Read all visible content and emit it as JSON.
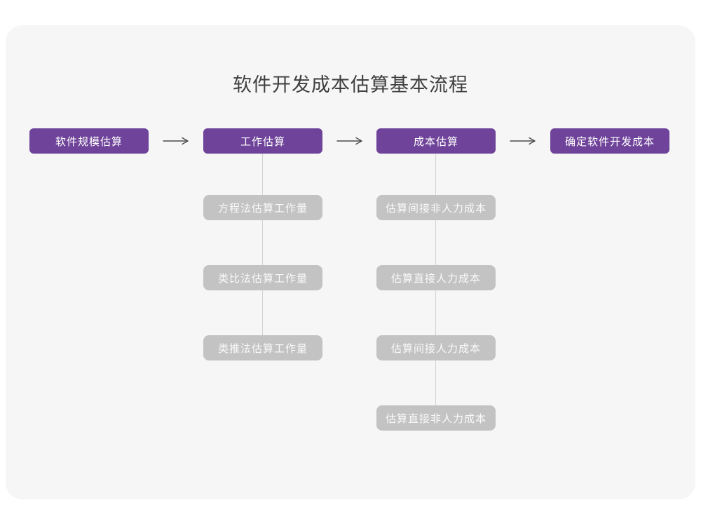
{
  "title": "软件开发成本估算基本流程",
  "colors": {
    "primary_node_bg": "#6e4399",
    "sub_node_bg": "#c3c3c3",
    "card_bg": "#f6f6f7",
    "connector_line": "#d2d2d2",
    "arrow_stroke": "#4a4a4a",
    "title_text": "#3f3f3f",
    "node_text": "#ffffff"
  },
  "flow": {
    "main_nodes": [
      {
        "label": "软件规模估算"
      },
      {
        "label": "工作估算"
      },
      {
        "label": "成本估算"
      },
      {
        "label": "确定软件开发成本"
      }
    ],
    "work_estimation_methods": [
      {
        "label": "方程法估算工作量"
      },
      {
        "label": "类比法估算工作量"
      },
      {
        "label": "类推法估算工作量"
      }
    ],
    "cost_estimation_steps": [
      {
        "label": "估算间接非人力成本"
      },
      {
        "label": "估算直接人力成本"
      },
      {
        "label": "估算间接人力成本"
      },
      {
        "label": "估算直接非人力成本"
      }
    ]
  }
}
